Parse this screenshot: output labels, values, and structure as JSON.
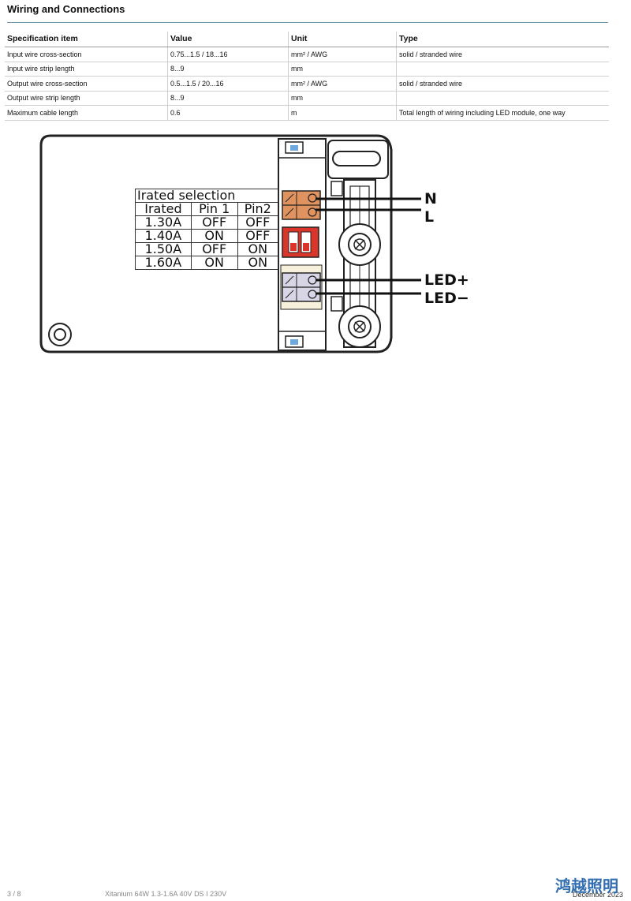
{
  "section": {
    "title": "Wiring and Connections"
  },
  "spec_table": {
    "headers": [
      "Specification item",
      "Value",
      "Unit",
      "Type"
    ],
    "rows": [
      [
        "Input wire cross-section",
        "0.75...1.5 / 18...16",
        "mm² / AWG",
        "solid / stranded wire"
      ],
      [
        "Input wire strip length",
        "8...9",
        "mm",
        ""
      ],
      [
        "Output wire cross-section",
        "0.5...1.5 / 20...16",
        "mm² / AWG",
        "solid / stranded wire"
      ],
      [
        "Output wire strip length",
        "8...9",
        "mm",
        ""
      ],
      [
        "Maximum cable length",
        "0.6",
        "m",
        "Total length of wiring including LED module, one way"
      ]
    ]
  },
  "diagram": {
    "irated_table": {
      "title": "Irated selection",
      "headers": [
        "Irated",
        "Pin 1",
        "Pin2"
      ],
      "rows": [
        [
          "1.30A",
          "OFF",
          "OFF"
        ],
        [
          "1.40A",
          "ON",
          "OFF"
        ],
        [
          "1.50A",
          "OFF",
          "ON"
        ],
        [
          "1.60A",
          "ON",
          "ON"
        ]
      ]
    },
    "wire_labels": {
      "n": "N",
      "l": "L",
      "led_plus": "LED+",
      "led_minus": "LED−"
    },
    "colors": {
      "input_terminal": "#e0935f",
      "dip_switch": "#d9352b",
      "output_terminal": "#d8d6e6",
      "output_block": "#f6f0dc"
    }
  },
  "footer": {
    "page": "3 / 8",
    "product": "Xitanium 64W 1.3-1.6A 40V DS I 230V",
    "date": "December 2023",
    "logo_text": "鸿越照明"
  }
}
